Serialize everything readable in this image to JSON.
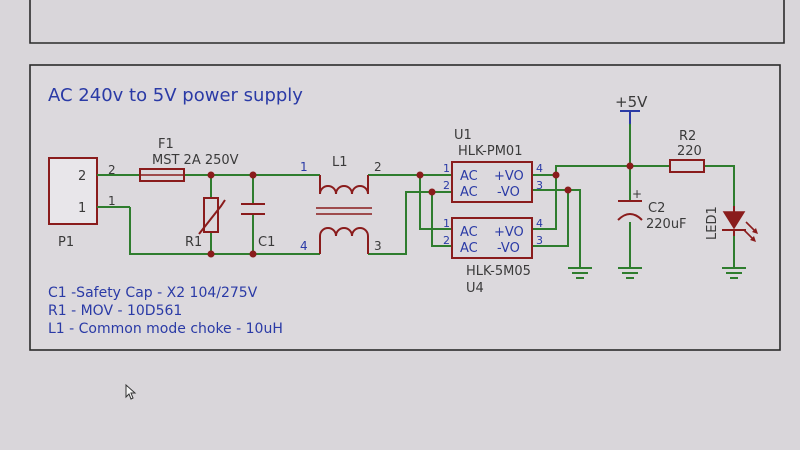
{
  "schematic": {
    "title": "AC 240v to 5V power supply",
    "p1": {
      "ref": "P1",
      "pin2": "2",
      "pin1": "1",
      "wire_pin2": "2",
      "wire_pin1": "1"
    },
    "f1": {
      "ref": "F1",
      "value": "MST 2A 250V"
    },
    "r1": {
      "ref": "R1"
    },
    "c1": {
      "ref": "C1"
    },
    "l1": {
      "ref": "L1",
      "pin1": "1",
      "pin2": "2",
      "pin3": "3",
      "pin4": "4"
    },
    "u1": {
      "ref": "U1",
      "part": "HLK-PM01",
      "ac1": "AC",
      "ac2": "AC",
      "vo_pos": "+VO",
      "vo_neg": "-VO",
      "pin1": "1",
      "pin2": "2",
      "pin3": "3",
      "pin4": "4"
    },
    "u4": {
      "ref": "U4",
      "part": "HLK-5M05",
      "ac1": "AC",
      "ac2": "AC",
      "vo_pos": "+VO",
      "vo_neg": "-VO",
      "pin1": "1",
      "pin2": "2",
      "pin3": "3",
      "pin4": "4"
    },
    "c2": {
      "ref": "C2",
      "value": "220uF",
      "polarity": "+"
    },
    "r2": {
      "ref": "R2",
      "value": "220"
    },
    "led1": {
      "ref": "LED1"
    },
    "vcc": {
      "label": "+5V"
    },
    "notes": [
      "C1 -Safety Cap - X2 104/275V",
      "R1 - MOV - 10D561",
      "L1 - Common mode choke - 10uH"
    ]
  },
  "colors": {
    "background": "#d9d6da",
    "wire": "#2f7d2e",
    "component": "#8a1c1c",
    "label_blue": "#2a3aa6",
    "text_dark": "#3a3a3a"
  }
}
